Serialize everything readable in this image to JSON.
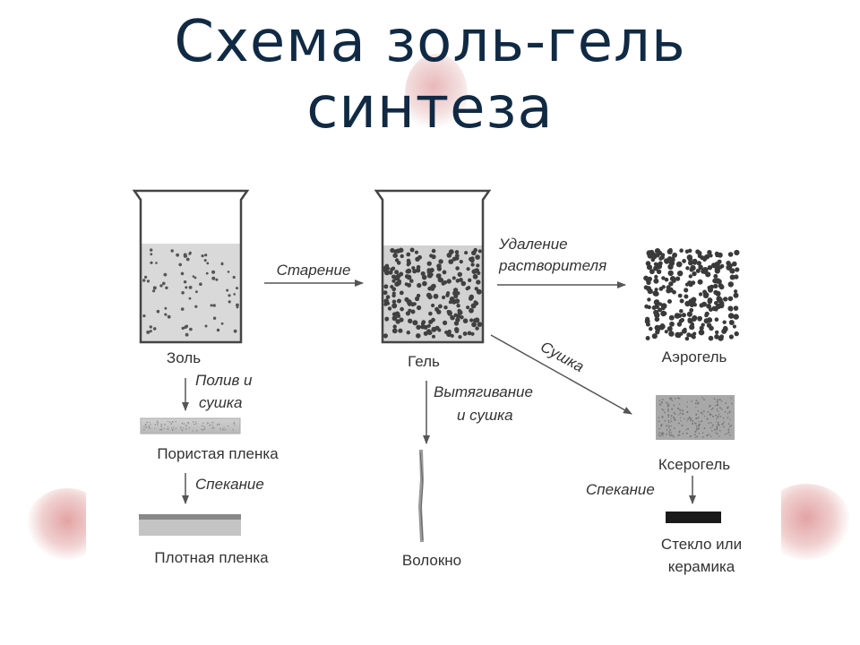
{
  "title": {
    "line1": "Схема золь-гель",
    "line2": "синтеза"
  },
  "diagram": {
    "stages": {
      "sol": "Золь",
      "gel": "Гель",
      "aerogel": "Аэрогель",
      "xerogel": "Ксерогель",
      "porous_film": "Пористая пленка",
      "dense_film": "Плотная пленка",
      "fiber": "Волокно",
      "glass_line1": "Стекло или",
      "glass_line2": "керамика"
    },
    "processes": {
      "aging": "Старение",
      "solvent_removal_line1": "Удаление",
      "solvent_removal_line2": "растворителя",
      "drying": "Сушка",
      "pouring_line1": "Полив и",
      "pouring_line2": "сушка",
      "sintering_film": "Спекание",
      "drawing_line1": "Вытягивание",
      "drawing_line2": "и сушка",
      "sintering_xerogel": "Спекание"
    }
  }
}
